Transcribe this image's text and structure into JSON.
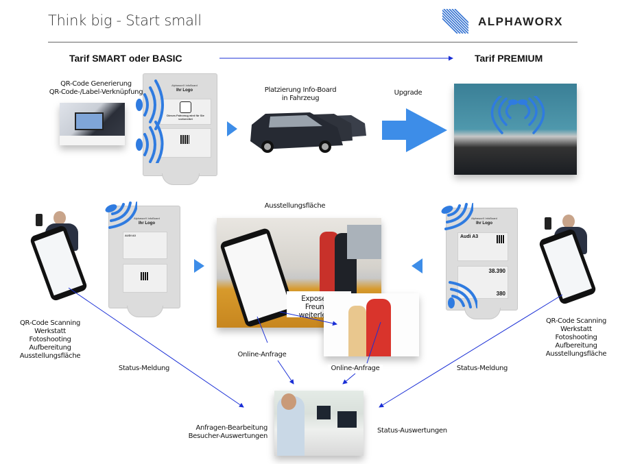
{
  "header": {
    "title": "Think big - Start small",
    "logo_text": "ALPHAWORX"
  },
  "tariffs": {
    "left": "Tarif SMART oder BASIC",
    "right": "Tarif PREMIUM"
  },
  "colors": {
    "accent_blue": "#3d8de8",
    "arrow_line": "#1a2fd6",
    "rule": "#666666"
  },
  "labels": {
    "qr_generation": [
      "QR-Code Generierung",
      "QR-Code-/Label-Verknüpfung"
    ],
    "placement": [
      "Platzierung Info-Board",
      "in Fahrzeug"
    ],
    "upgrade": "Upgrade",
    "exhibition": "Ausstellungsfläche",
    "share_expose": [
      "Exposé an Freunde",
      "weiterleiten"
    ],
    "scanning_left": [
      "QR-Code Scanning",
      "Werkstatt",
      "Fotoshooting",
      "Aufbereitung",
      "Ausstellungsfläche"
    ],
    "scanning_right": [
      "QR-Code Scanning",
      "Werkstatt",
      "Fotoshooting",
      "Aufbereitung",
      "Ausstellungsfläche"
    ],
    "status_left": "Status-Meldung",
    "status_right": "Status-Meldung",
    "online_request_1": "Online-Anfrage",
    "online_request_2": "Online-Anfrage",
    "processing": [
      "Anfragen-Bearbeitung",
      "Besucher-Auswertungen"
    ],
    "status_eval": "Status-Auswertungen"
  },
  "boards": {
    "top": {
      "brand": "AlphaworX InfoBoard",
      "logo": "Ihr Logo",
      "notice": "Dieses Fahrzeug wird für Sie vorbereitet"
    },
    "left": {
      "brand": "AlphaworX InfoBoard",
      "logo": "Ihr Logo",
      "model": "AUDI A3"
    },
    "right": {
      "brand": "AlphaworX InfoBoard",
      "logo": "Ihr Logo",
      "model": "Audi A3",
      "price": "38.390",
      "rate": "380"
    }
  }
}
